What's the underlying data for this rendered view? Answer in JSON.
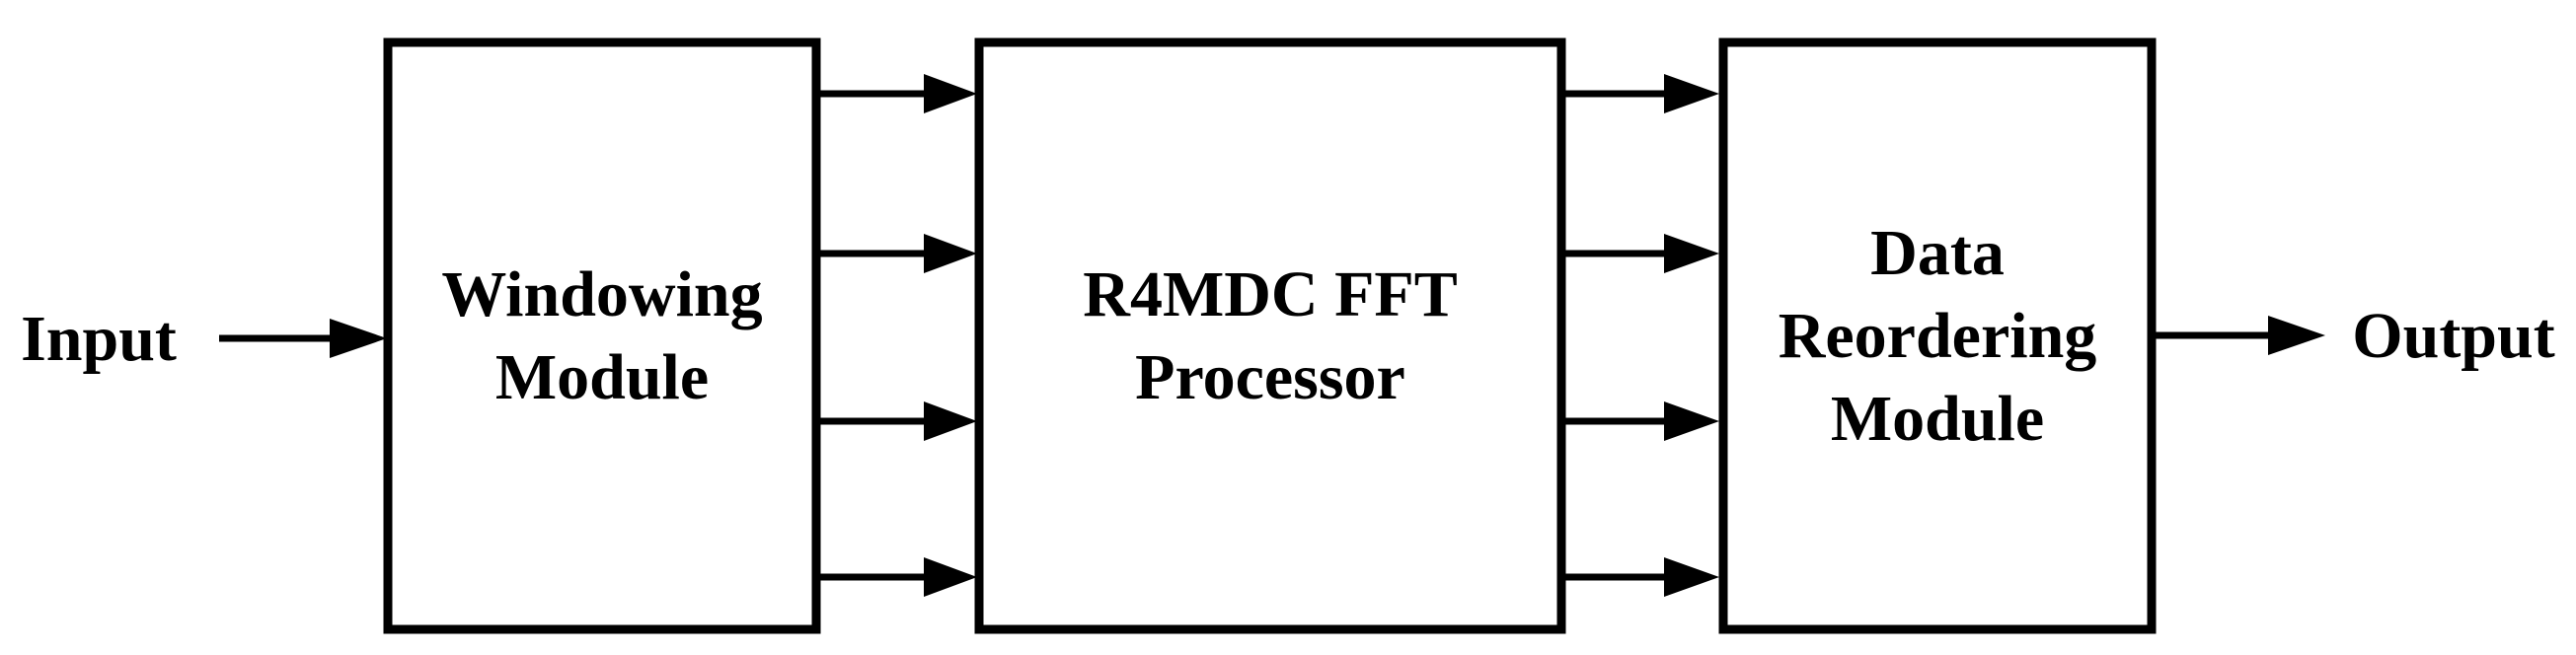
{
  "diagram": {
    "input_label": "Input",
    "output_label": "Output",
    "blocks": [
      {
        "lines": [
          "Windowing",
          "Module"
        ]
      },
      {
        "lines": [
          "R4MDC FFT",
          "Processor"
        ]
      },
      {
        "lines": [
          "Data",
          "Reordering",
          "Module"
        ]
      }
    ],
    "parallel_paths_between_blocks": 4
  },
  "colors": {
    "line": "#000000",
    "background": "#ffffff"
  }
}
